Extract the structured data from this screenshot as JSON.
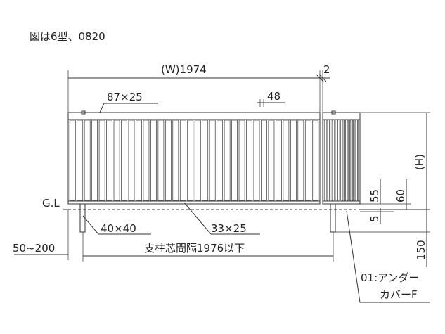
{
  "caption": "図は6型、0820",
  "dimensions": {
    "width": "(W)1974",
    "gap": "2",
    "top_rail": "87×25",
    "slat_gap": "48",
    "height": "(H)",
    "h55": "55",
    "h60": "60",
    "h5": "5",
    "h150": "150",
    "ground": "G.L",
    "post": "40×40",
    "bottom_rail": "33×25",
    "embed": "50~200",
    "post_spacing": "支柱芯間隔1976以下",
    "part_line1": "01:アンダー",
    "part_line2": "カバーF"
  },
  "panel": {
    "left_slats": 34,
    "right_slats": 14
  }
}
